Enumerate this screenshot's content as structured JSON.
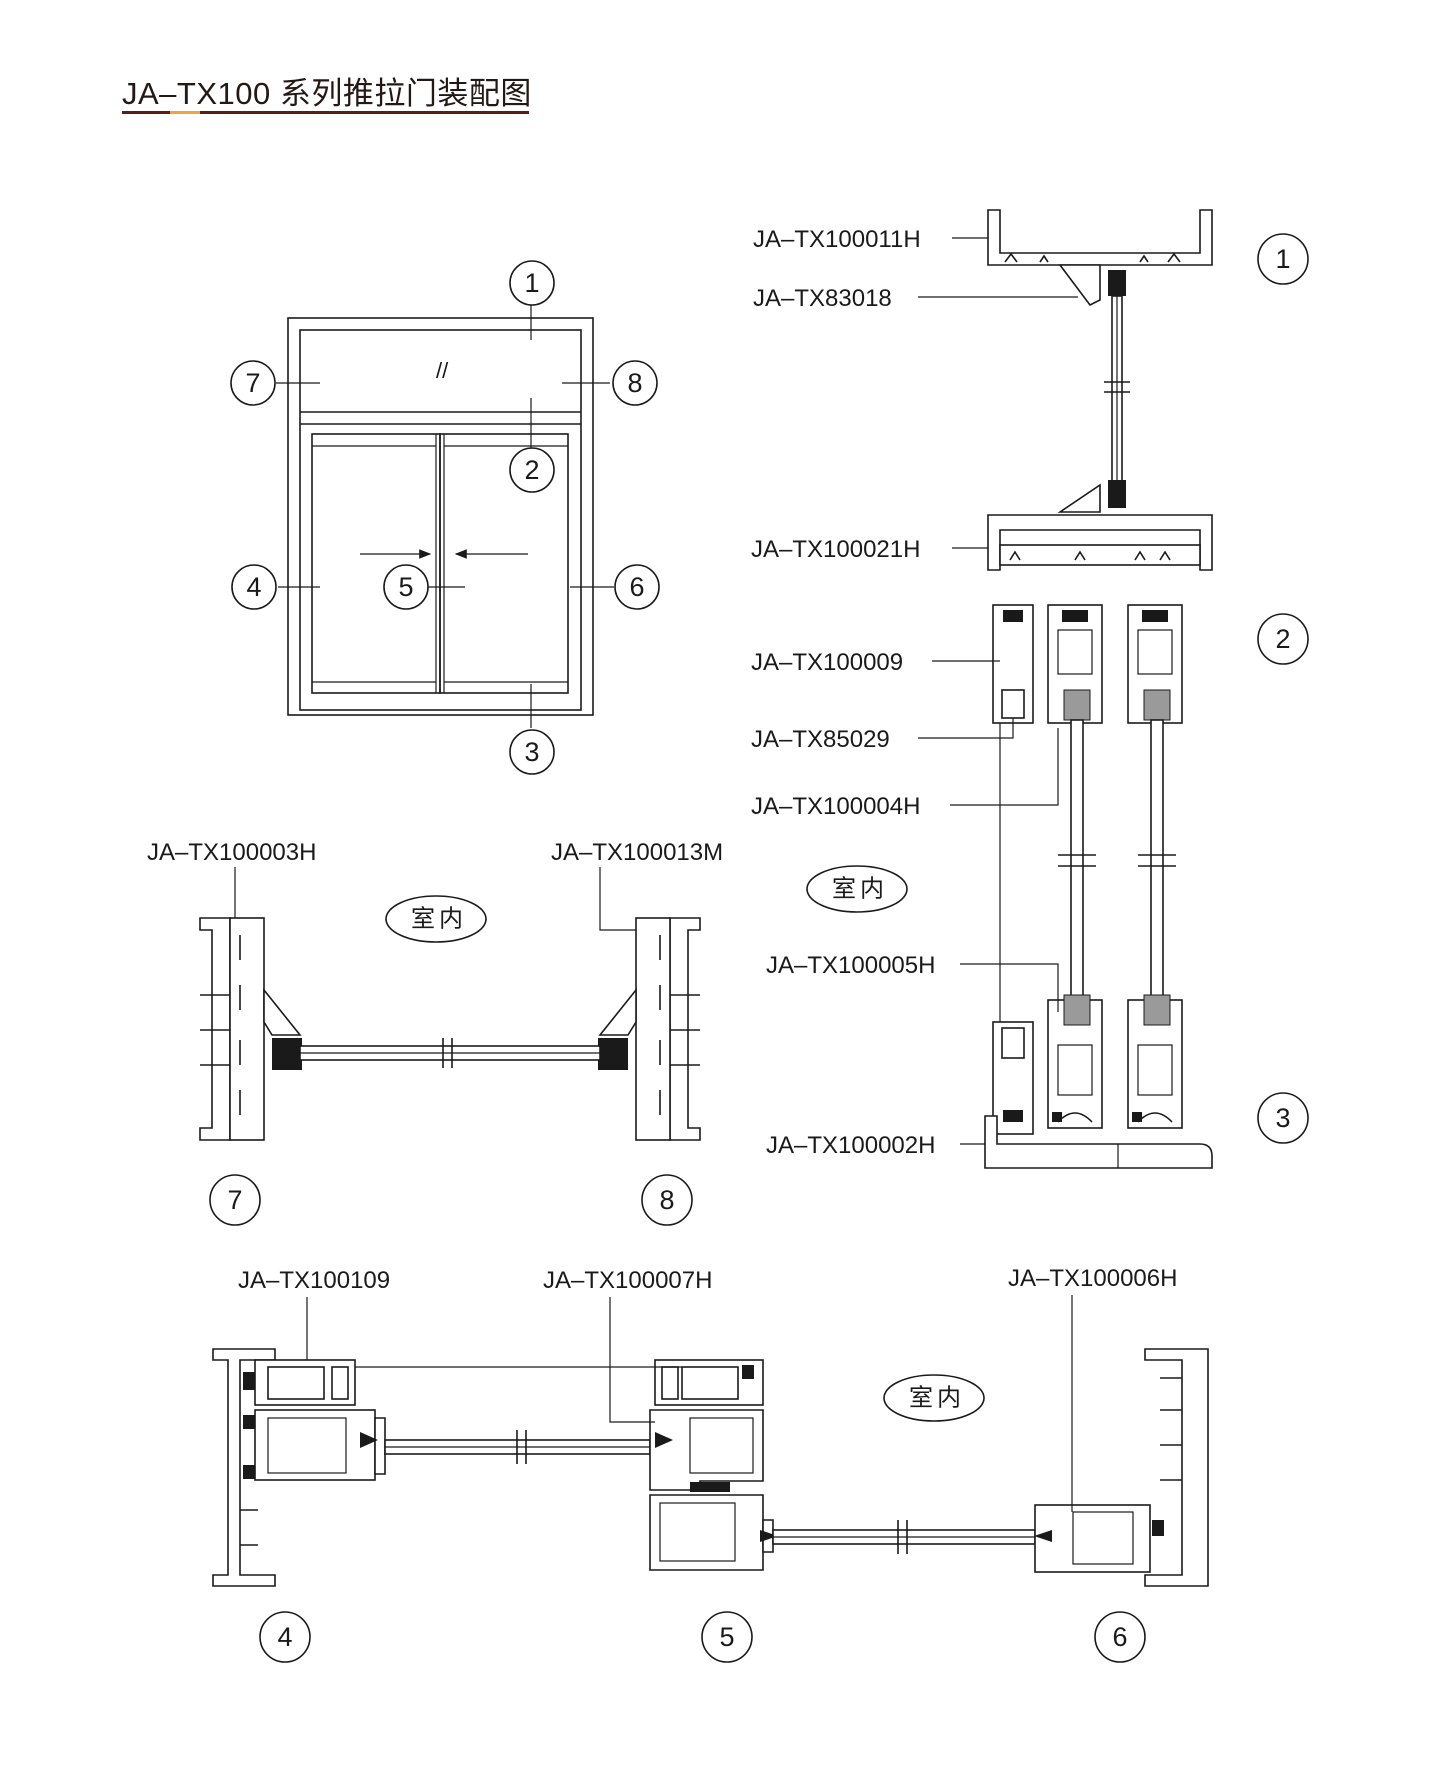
{
  "title": "JA–TX100 系列推拉门装配图",
  "colors": {
    "title_underline": "#5a1e14",
    "title_accent": "#f2a33a",
    "line": "#1a1a1a"
  },
  "elevation": {
    "callouts": [
      "1",
      "2",
      "3",
      "4",
      "5",
      "6",
      "7",
      "8"
    ],
    "glass_mark": "//"
  },
  "vertical_section": {
    "labels": [
      "JA–TX100011H",
      "JA–TX83018",
      "JA–TX100021H",
      "JA–TX100009",
      "JA–TX85029",
      "JA–TX100004H",
      "JA–TX100005H",
      "JA–TX100002H"
    ],
    "callouts": [
      "1",
      "2",
      "3"
    ],
    "interior": "室内"
  },
  "transom_section": {
    "labels": [
      "JA–TX100003H",
      "JA–TX100013M"
    ],
    "callouts": [
      "7",
      "8"
    ],
    "interior": "室内"
  },
  "horizontal_section": {
    "labels": [
      "JA–TX100109",
      "JA–TX100007H",
      "JA–TX100006H"
    ],
    "callouts": [
      "4",
      "5",
      "6"
    ],
    "interior": "室内"
  }
}
